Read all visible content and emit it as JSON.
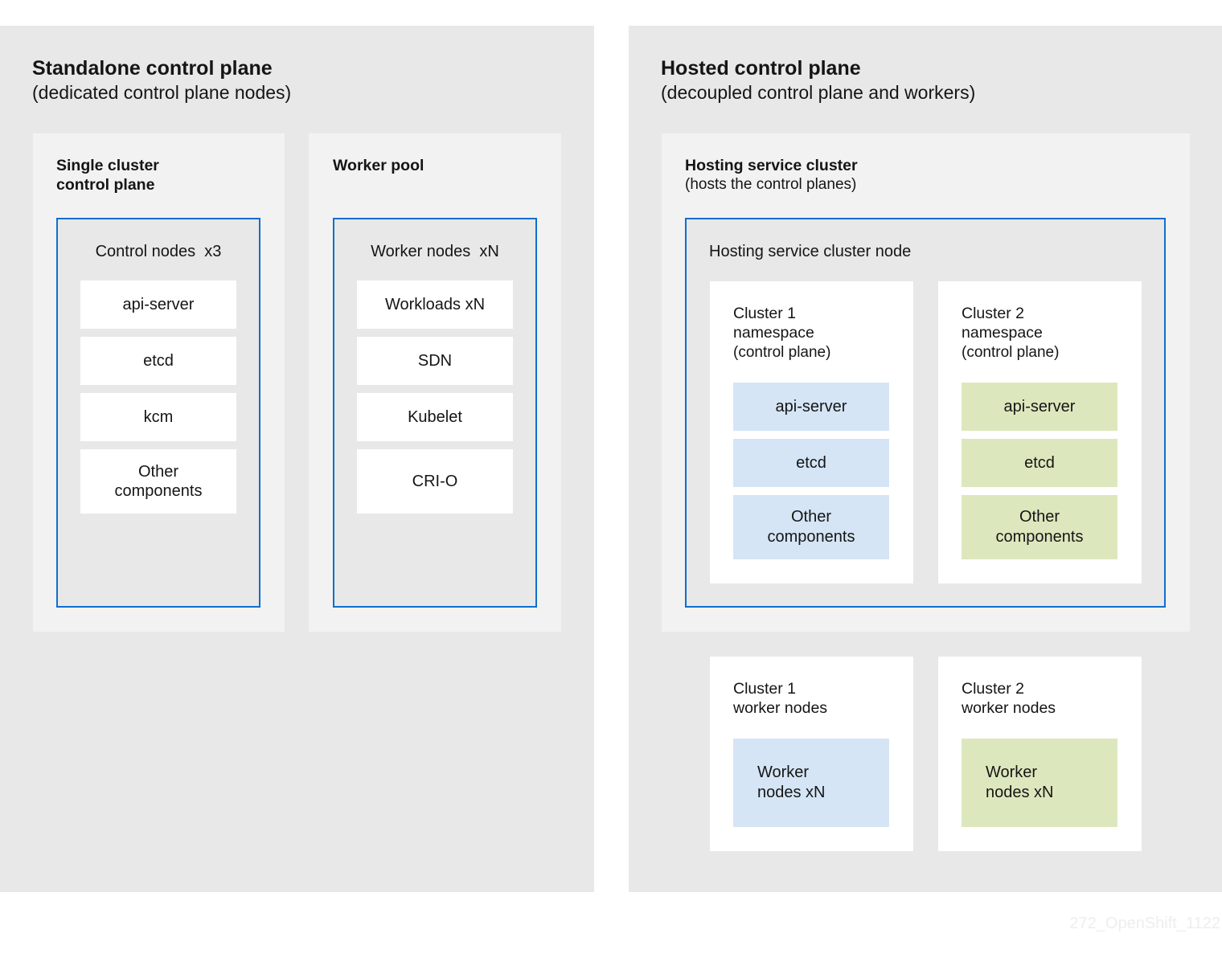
{
  "watermark": "272_OpenShift_1122",
  "colors": {
    "page_background": "#ffffff",
    "panel_background": "#e8e8e8",
    "subpanel_background": "#f2f2f2",
    "card_background": "#ffffff",
    "node_border_blue": "#0f6ecd",
    "cluster1_tint": "#d5e5f5",
    "cluster2_tint": "#dde7bd",
    "text": "#151515",
    "watermark": "#eeeeee"
  },
  "standalone": {
    "title": "Standalone control plane",
    "subtitle": "(dedicated control plane nodes)",
    "single_cluster": {
      "title_line1": "Single cluster",
      "title_line2": "control plane",
      "node_label": "Control nodes  x3",
      "components": [
        "api-server",
        "etcd",
        "kcm",
        "Other\ncomponents"
      ]
    },
    "worker_pool": {
      "title": "Worker pool",
      "node_label": "Worker nodes  xN",
      "components": [
        "Workloads  xN",
        "SDN",
        "Kubelet",
        "CRI-O"
      ]
    }
  },
  "hosted": {
    "title": "Hosted control plane",
    "subtitle": "(decoupled control plane and workers)",
    "hosting_service": {
      "title": "Hosting service cluster",
      "subtitle": "(hosts the control planes)",
      "node_label": "Hosting service cluster node",
      "namespaces": [
        {
          "title": "Cluster 1\nnamespace",
          "subtitle": "(control plane)",
          "tint": "blue",
          "components": [
            "api-server",
            "etcd",
            "Other\ncomponents"
          ]
        },
        {
          "title": "Cluster 2\nnamespace",
          "subtitle": "(control plane)",
          "tint": "green",
          "components": [
            "api-server",
            "etcd",
            "Other\ncomponents"
          ]
        }
      ]
    },
    "worker_groups": [
      {
        "title": "Cluster 1\nworker nodes",
        "tint": "blue",
        "chip": "Worker\nnodes  xN"
      },
      {
        "title": "Cluster 2\nworker nodes",
        "tint": "green",
        "chip": "Worker\nnodes  xN"
      }
    ]
  }
}
